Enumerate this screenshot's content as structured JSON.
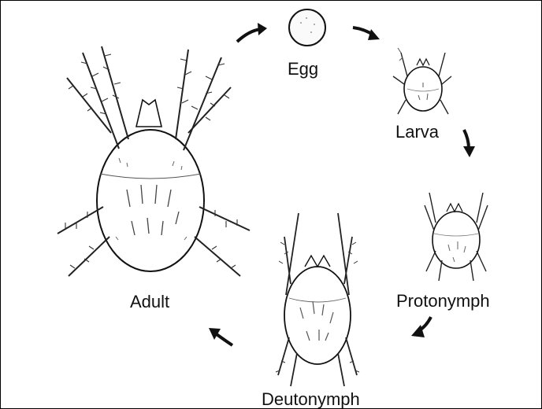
{
  "diagram": {
    "stages": [
      {
        "id": "egg",
        "label": "Egg"
      },
      {
        "id": "larva",
        "label": "Larva"
      },
      {
        "id": "protonymph",
        "label": "Protonymph"
      },
      {
        "id": "deutonymph",
        "label": "Deutonymph"
      },
      {
        "id": "adult",
        "label": "Adult"
      }
    ],
    "cycle_order": [
      "adult",
      "egg",
      "larva",
      "protonymph",
      "deutonymph",
      "adult"
    ]
  }
}
